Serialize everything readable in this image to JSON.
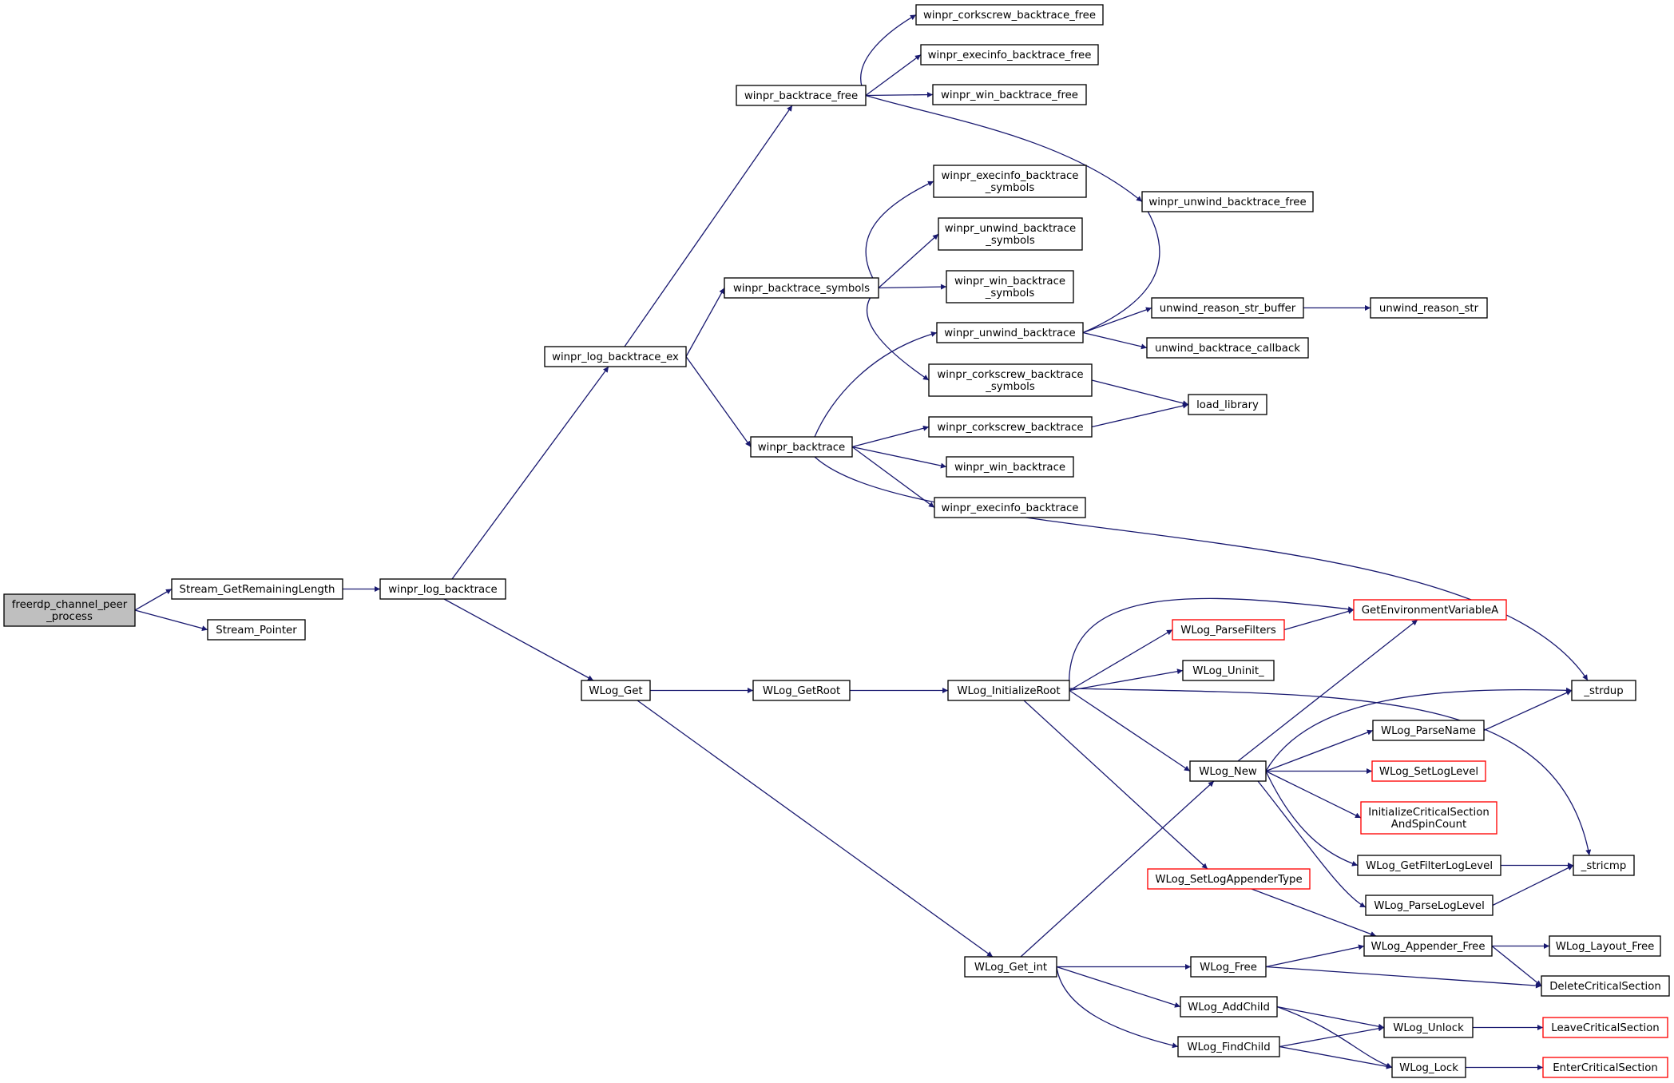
{
  "graph": {
    "nodes": [
      {
        "id": "freerdp_channel_peer_process",
        "lines": [
          "freerdp_channel_peer",
          "_process"
        ],
        "style": "root"
      },
      {
        "id": "Stream_GetRemainingLength",
        "lines": [
          "Stream_GetRemainingLength"
        ],
        "style": "normal"
      },
      {
        "id": "Stream_Pointer",
        "lines": [
          "Stream_Pointer"
        ],
        "style": "normal"
      },
      {
        "id": "winpr_log_backtrace",
        "lines": [
          "winpr_log_backtrace"
        ],
        "style": "normal"
      },
      {
        "id": "winpr_log_backtrace_ex",
        "lines": [
          "winpr_log_backtrace_ex"
        ],
        "style": "normal"
      },
      {
        "id": "WLog_Get",
        "lines": [
          "WLog_Get"
        ],
        "style": "normal"
      },
      {
        "id": "winpr_backtrace_free",
        "lines": [
          "winpr_backtrace_free"
        ],
        "style": "normal"
      },
      {
        "id": "winpr_backtrace_symbols",
        "lines": [
          "winpr_backtrace_symbols"
        ],
        "style": "normal"
      },
      {
        "id": "winpr_backtrace",
        "lines": [
          "winpr_backtrace"
        ],
        "style": "normal"
      },
      {
        "id": "winpr_corkscrew_backtrace_free",
        "lines": [
          "winpr_corkscrew_backtrace_free"
        ],
        "style": "normal"
      },
      {
        "id": "winpr_execinfo_backtrace_free",
        "lines": [
          "winpr_execinfo_backtrace_free"
        ],
        "style": "normal"
      },
      {
        "id": "winpr_win_backtrace_free",
        "lines": [
          "winpr_win_backtrace_free"
        ],
        "style": "normal"
      },
      {
        "id": "winpr_unwind_backtrace_free",
        "lines": [
          "winpr_unwind_backtrace_free"
        ],
        "style": "normal"
      },
      {
        "id": "winpr_execinfo_backtrace_symbols",
        "lines": [
          "winpr_execinfo_backtrace",
          "_symbols"
        ],
        "style": "normal"
      },
      {
        "id": "winpr_unwind_backtrace_symbols",
        "lines": [
          "winpr_unwind_backtrace",
          "_symbols"
        ],
        "style": "normal"
      },
      {
        "id": "winpr_win_backtrace_symbols",
        "lines": [
          "winpr_win_backtrace",
          "_symbols"
        ],
        "style": "normal"
      },
      {
        "id": "winpr_corkscrew_backtrace_symbols",
        "lines": [
          "winpr_corkscrew_backtrace",
          "_symbols"
        ],
        "style": "normal"
      },
      {
        "id": "winpr_unwind_backtrace",
        "lines": [
          "winpr_unwind_backtrace"
        ],
        "style": "normal"
      },
      {
        "id": "winpr_corkscrew_backtrace",
        "lines": [
          "winpr_corkscrew_backtrace"
        ],
        "style": "normal"
      },
      {
        "id": "winpr_win_backtrace",
        "lines": [
          "winpr_win_backtrace"
        ],
        "style": "normal"
      },
      {
        "id": "winpr_execinfo_backtrace",
        "lines": [
          "winpr_execinfo_backtrace"
        ],
        "style": "normal"
      },
      {
        "id": "unwind_reason_str_buffer",
        "lines": [
          "unwind_reason_str_buffer"
        ],
        "style": "normal"
      },
      {
        "id": "unwind_reason_str",
        "lines": [
          "unwind_reason_str"
        ],
        "style": "normal"
      },
      {
        "id": "unwind_backtrace_callback",
        "lines": [
          "unwind_backtrace_callback"
        ],
        "style": "normal"
      },
      {
        "id": "load_library",
        "lines": [
          "load_library"
        ],
        "style": "normal"
      },
      {
        "id": "_strdup",
        "lines": [
          "_strdup"
        ],
        "style": "normal"
      },
      {
        "id": "WLog_GetRoot",
        "lines": [
          "WLog_GetRoot"
        ],
        "style": "normal"
      },
      {
        "id": "WLog_Get_int",
        "lines": [
          "WLog_Get_int"
        ],
        "style": "normal"
      },
      {
        "id": "WLog_InitializeRoot",
        "lines": [
          "WLog_InitializeRoot"
        ],
        "style": "normal"
      },
      {
        "id": "GetEnvironmentVariableA",
        "lines": [
          "GetEnvironmentVariableA"
        ],
        "style": "red"
      },
      {
        "id": "WLog_ParseFilters",
        "lines": [
          "WLog_ParseFilters"
        ],
        "style": "red"
      },
      {
        "id": "WLog_Uninit_",
        "lines": [
          "WLog_Uninit_"
        ],
        "style": "normal"
      },
      {
        "id": "WLog_New",
        "lines": [
          "WLog_New"
        ],
        "style": "normal"
      },
      {
        "id": "WLog_ParseName",
        "lines": [
          "WLog_ParseName"
        ],
        "style": "normal"
      },
      {
        "id": "WLog_SetLogLevel",
        "lines": [
          "WLog_SetLogLevel"
        ],
        "style": "red"
      },
      {
        "id": "InitializeCriticalSectionAndSpinCount",
        "lines": [
          "InitializeCriticalSection",
          "AndSpinCount"
        ],
        "style": "red"
      },
      {
        "id": "WLog_GetFilterLogLevel",
        "lines": [
          "WLog_GetFilterLogLevel"
        ],
        "style": "normal"
      },
      {
        "id": "WLog_ParseLogLevel",
        "lines": [
          "WLog_ParseLogLevel"
        ],
        "style": "normal"
      },
      {
        "id": "_stricmp",
        "lines": [
          "_stricmp"
        ],
        "style": "normal"
      },
      {
        "id": "WLog_SetLogAppenderType",
        "lines": [
          "WLog_SetLogAppenderType"
        ],
        "style": "red"
      },
      {
        "id": "WLog_Appender_Free",
        "lines": [
          "WLog_Appender_Free"
        ],
        "style": "normal"
      },
      {
        "id": "WLog_Layout_Free",
        "lines": [
          "WLog_Layout_Free"
        ],
        "style": "normal"
      },
      {
        "id": "DeleteCriticalSection",
        "lines": [
          "DeleteCriticalSection"
        ],
        "style": "normal"
      },
      {
        "id": "WLog_Free",
        "lines": [
          "WLog_Free"
        ],
        "style": "normal"
      },
      {
        "id": "WLog_AddChild",
        "lines": [
          "WLog_AddChild"
        ],
        "style": "normal"
      },
      {
        "id": "WLog_FindChild",
        "lines": [
          "WLog_FindChild"
        ],
        "style": "normal"
      },
      {
        "id": "WLog_Unlock",
        "lines": [
          "WLog_Unlock"
        ],
        "style": "normal"
      },
      {
        "id": "WLog_Lock",
        "lines": [
          "WLog_Lock"
        ],
        "style": "normal"
      },
      {
        "id": "LeaveCriticalSection",
        "lines": [
          "LeaveCriticalSection"
        ],
        "style": "red"
      },
      {
        "id": "EnterCriticalSection",
        "lines": [
          "EnterCriticalSection"
        ],
        "style": "red"
      }
    ],
    "edges": [
      [
        "freerdp_channel_peer_process",
        "Stream_GetRemainingLength"
      ],
      [
        "freerdp_channel_peer_process",
        "Stream_Pointer"
      ],
      [
        "Stream_GetRemainingLength",
        "winpr_log_backtrace"
      ],
      [
        "winpr_log_backtrace",
        "winpr_log_backtrace_ex"
      ],
      [
        "winpr_log_backtrace",
        "WLog_Get"
      ],
      [
        "winpr_log_backtrace_ex",
        "winpr_backtrace_free"
      ],
      [
        "winpr_log_backtrace_ex",
        "winpr_backtrace_symbols"
      ],
      [
        "winpr_log_backtrace_ex",
        "winpr_backtrace"
      ],
      [
        "winpr_backtrace_free",
        "winpr_corkscrew_backtrace_free"
      ],
      [
        "winpr_backtrace_free",
        "winpr_execinfo_backtrace_free"
      ],
      [
        "winpr_backtrace_free",
        "winpr_win_backtrace_free"
      ],
      [
        "winpr_backtrace_free",
        "winpr_unwind_backtrace_free"
      ],
      [
        "winpr_backtrace_symbols",
        "winpr_execinfo_backtrace_symbols"
      ],
      [
        "winpr_backtrace_symbols",
        "winpr_unwind_backtrace_symbols"
      ],
      [
        "winpr_backtrace_symbols",
        "winpr_win_backtrace_symbols"
      ],
      [
        "winpr_backtrace_symbols",
        "winpr_corkscrew_backtrace_symbols"
      ],
      [
        "winpr_backtrace",
        "winpr_unwind_backtrace"
      ],
      [
        "winpr_backtrace",
        "winpr_corkscrew_backtrace"
      ],
      [
        "winpr_backtrace",
        "winpr_win_backtrace"
      ],
      [
        "winpr_backtrace",
        "winpr_execinfo_backtrace"
      ],
      [
        "winpr_backtrace",
        "_strdup"
      ],
      [
        "winpr_unwind_backtrace",
        "winpr_unwind_backtrace_free"
      ],
      [
        "winpr_unwind_backtrace",
        "unwind_reason_str_buffer"
      ],
      [
        "winpr_unwind_backtrace",
        "unwind_backtrace_callback"
      ],
      [
        "unwind_reason_str_buffer",
        "unwind_reason_str"
      ],
      [
        "winpr_corkscrew_backtrace_symbols",
        "load_library"
      ],
      [
        "winpr_corkscrew_backtrace",
        "load_library"
      ],
      [
        "WLog_Get",
        "WLog_GetRoot"
      ],
      [
        "WLog_Get",
        "WLog_Get_int"
      ],
      [
        "WLog_GetRoot",
        "WLog_InitializeRoot"
      ],
      [
        "WLog_InitializeRoot",
        "GetEnvironmentVariableA"
      ],
      [
        "WLog_InitializeRoot",
        "WLog_ParseFilters"
      ],
      [
        "WLog_InitializeRoot",
        "WLog_Uninit_"
      ],
      [
        "WLog_InitializeRoot",
        "WLog_New"
      ],
      [
        "WLog_InitializeRoot",
        "WLog_SetLogAppenderType"
      ],
      [
        "WLog_InitializeRoot",
        "_stricmp"
      ],
      [
        "WLog_ParseFilters",
        "GetEnvironmentVariableA"
      ],
      [
        "WLog_New",
        "GetEnvironmentVariableA"
      ],
      [
        "WLog_New",
        "_strdup"
      ],
      [
        "WLog_New",
        "WLog_ParseName"
      ],
      [
        "WLog_New",
        "WLog_SetLogLevel"
      ],
      [
        "WLog_New",
        "InitializeCriticalSectionAndSpinCount"
      ],
      [
        "WLog_New",
        "WLog_GetFilterLogLevel"
      ],
      [
        "WLog_New",
        "WLog_ParseLogLevel"
      ],
      [
        "WLog_ParseName",
        "_strdup"
      ],
      [
        "WLog_GetFilterLogLevel",
        "_stricmp"
      ],
      [
        "WLog_ParseLogLevel",
        "_stricmp"
      ],
      [
        "WLog_SetLogAppenderType",
        "WLog_Appender_Free"
      ],
      [
        "WLog_Appender_Free",
        "WLog_Layout_Free"
      ],
      [
        "WLog_Appender_Free",
        "DeleteCriticalSection"
      ],
      [
        "WLog_Get_int",
        "WLog_New"
      ],
      [
        "WLog_Get_int",
        "WLog_Free"
      ],
      [
        "WLog_Get_int",
        "WLog_AddChild"
      ],
      [
        "WLog_Get_int",
        "WLog_FindChild"
      ],
      [
        "WLog_Free",
        "WLog_Appender_Free"
      ],
      [
        "WLog_Free",
        "DeleteCriticalSection"
      ],
      [
        "WLog_AddChild",
        "WLog_Unlock"
      ],
      [
        "WLog_AddChild",
        "WLog_Lock"
      ],
      [
        "WLog_FindChild",
        "WLog_Unlock"
      ],
      [
        "WLog_FindChild",
        "WLog_Lock"
      ],
      [
        "WLog_Unlock",
        "LeaveCriticalSection"
      ],
      [
        "WLog_Lock",
        "EnterCriticalSection"
      ]
    ],
    "colors": {
      "edge": "#191970",
      "node_border": "#000000",
      "node_fill": "#ffffff",
      "root_fill": "#bfbfbf",
      "red_border": "#ff0000"
    }
  }
}
